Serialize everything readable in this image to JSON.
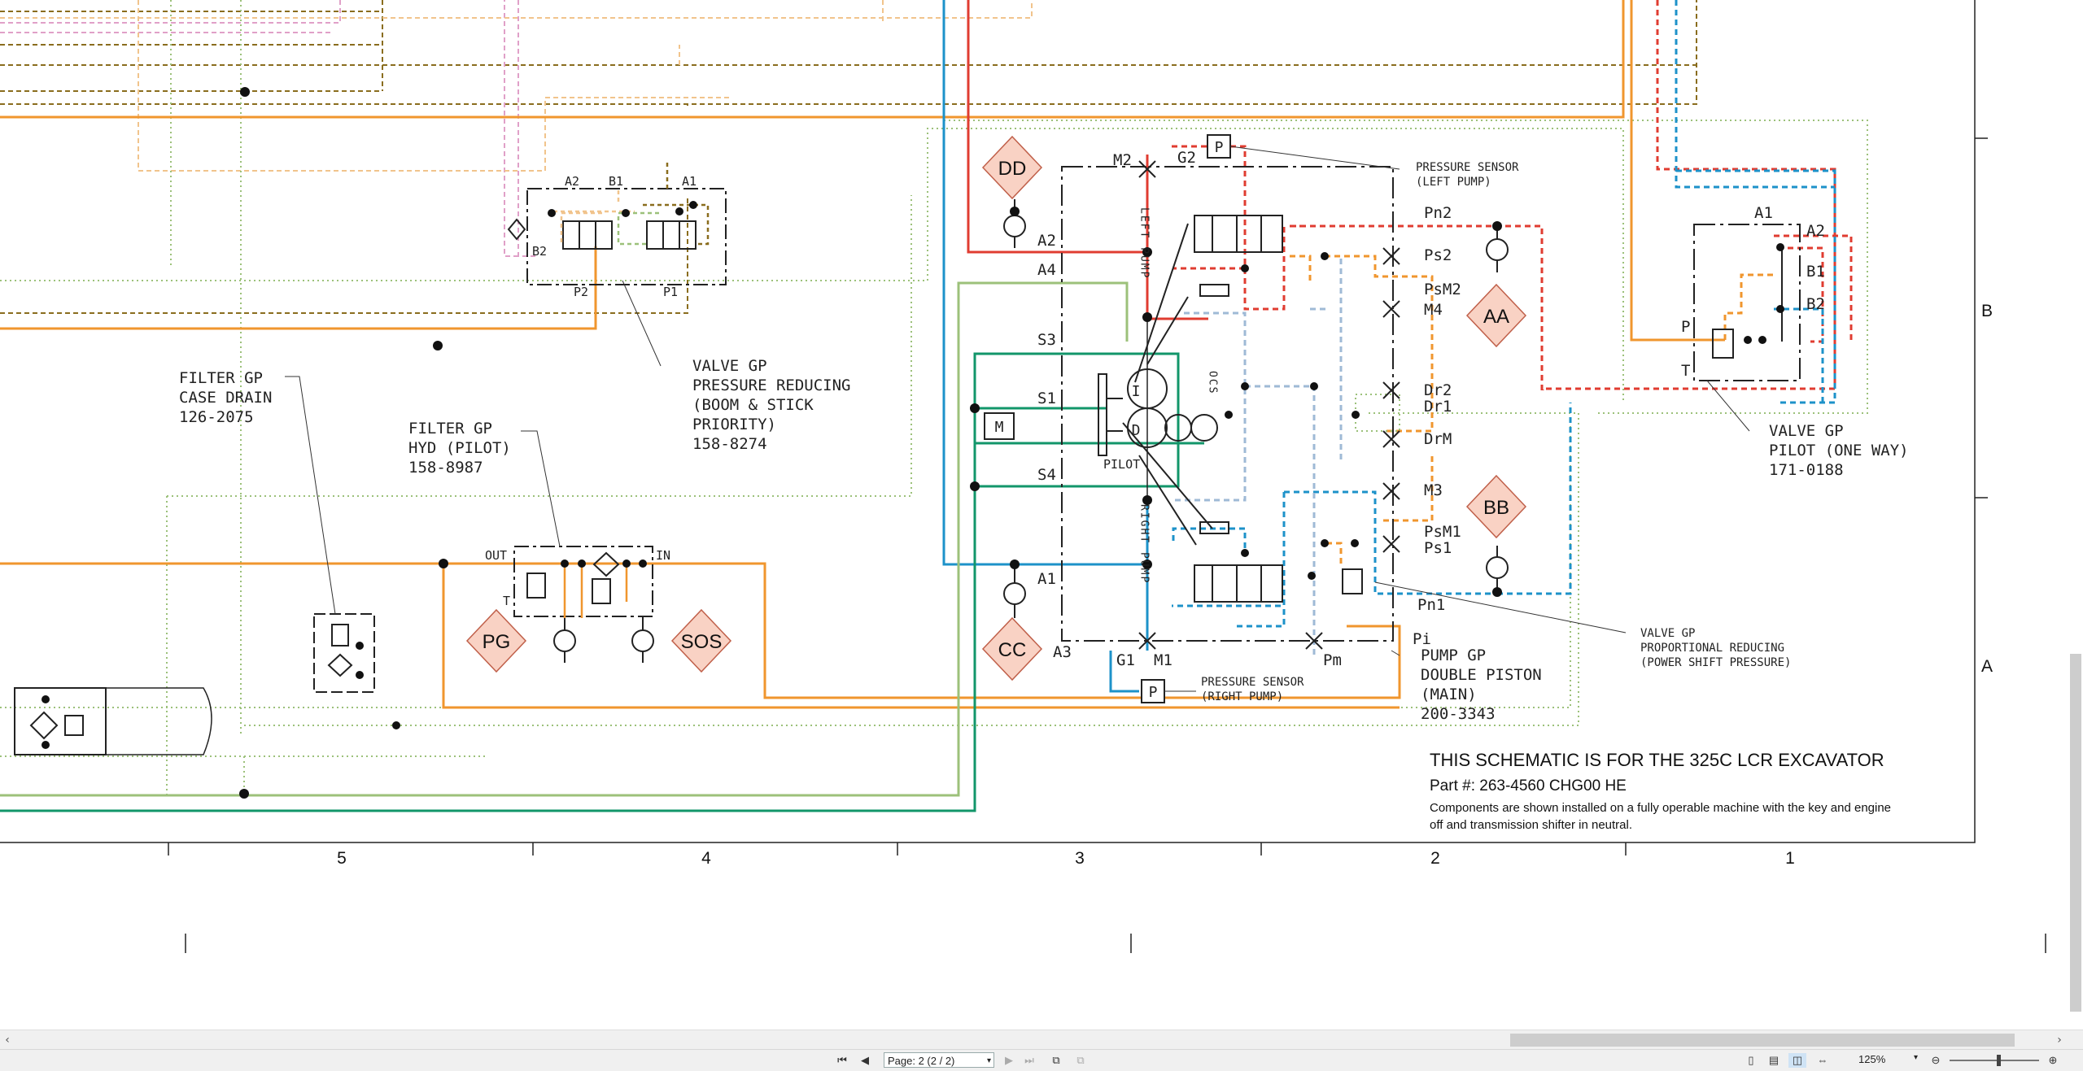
{
  "schematic": {
    "callouts": {
      "filter_case_drain": [
        "FILTER GP",
        "CASE DRAIN",
        "126-2075"
      ],
      "filter_hyd_pilot": [
        "FILTER GP",
        "HYD (PILOT)",
        "158-8987"
      ],
      "valve_pressure_reducing": [
        "VALVE GP",
        "PRESSURE REDUCING",
        "(BOOM & STICK",
        "PRIORITY)",
        "158-8274"
      ],
      "pressure_sensor_left": [
        "PRESSURE SENSOR",
        "(LEFT PUMP)"
      ],
      "pressure_sensor_right": [
        "PRESSURE SENSOR",
        "(RIGHT PUMP)"
      ],
      "pump_gp": [
        "PUMP GP",
        "DOUBLE PISTON",
        "(MAIN)",
        "200-3343"
      ],
      "valve_pilot_one_way": [
        "VALVE GP",
        "PILOT (ONE WAY)",
        "171-0188"
      ],
      "valve_proportional": [
        "VALVE GP",
        "PROPORTIONAL REDUCING",
        "(POWER SHIFT PRESSURE)"
      ]
    },
    "diamonds": {
      "dd": "DD",
      "aa": "AA",
      "bb": "BB",
      "cc": "CC",
      "pg": "PG",
      "sos": "SOS"
    },
    "ports": {
      "m2": "M2",
      "g2": "G2",
      "a2": "A2",
      "a4": "A4",
      "s3": "S3",
      "s1": "S1",
      "s4": "S4",
      "a1": "A1",
      "a3": "A3",
      "g1": "G1",
      "m1": "M1",
      "pm": "Pm",
      "pi": "Pi",
      "pn2": "Pn2",
      "ps2": "Ps2",
      "psm2": "PsM2",
      "m4": "M4",
      "dr2": "Dr2",
      "dr1": "Dr1",
      "drm": "DrM",
      "m3": "M3",
      "psm1": "PsM1",
      "ps1": "Ps1",
      "pn1": "Pn1",
      "v_a2": "A2",
      "v_b1": "B1",
      "v_a1": "A1",
      "v_b2": "B2",
      "v_p2": "P2",
      "v_p1": "P1",
      "f_out": "OUT",
      "f_in": "IN",
      "f_t": "T",
      "o_a1": "A1",
      "o_a2": "A2",
      "o_b1": "B1",
      "o_b2": "B2",
      "o_p": "P",
      "o_t": "T",
      "pilot": "PILOT",
      "m_motor": "M",
      "p_sensor": "P",
      "i_pump": "I",
      "d_pump": "D",
      "left_pump": "LEFT PUMP",
      "right_pump": "RIGHT PUMP",
      "ocs": "OCS"
    },
    "title_block": {
      "title": "THIS SCHEMATIC IS FOR THE 325C LCR EXCAVATOR",
      "part": "Part #: 263-4560 CHG00 HE",
      "note_line1": "Components are shown installed on a fully operable machine with the key and engine",
      "note_line2": "off and transmission shifter in neutral."
    },
    "grid_columns": [
      "5",
      "4",
      "3",
      "2",
      "1"
    ],
    "grid_rows": [
      "B",
      "A"
    ],
    "line_colors": {
      "orange": "#f0962e",
      "red": "#e03c31",
      "blue": "#1d92c9",
      "green": "#12966a",
      "olive": "#8a6d1e",
      "pink": "#e0a0c8",
      "tan": "#f1c48c",
      "light_green": "#9cc17a",
      "diamond_fill": "#f9d2c4",
      "diamond_stroke": "#c0604a"
    }
  },
  "viewer": {
    "page_field": "Page: 2 (2 / 2)",
    "zoom": "125%"
  }
}
